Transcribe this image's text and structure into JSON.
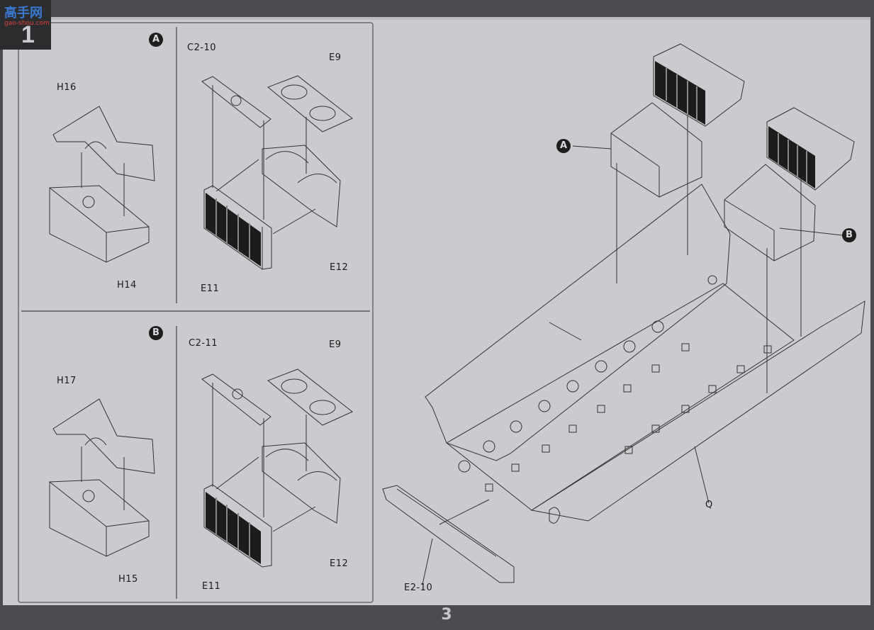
{
  "header": {
    "watermark": "高手网",
    "watermark_sub": "gao-shou.com",
    "step_number": "1"
  },
  "panel_a": {
    "badge": "A",
    "left_parts": [
      "H16",
      "H14"
    ],
    "right_parts": [
      "C2-10",
      "E9",
      "E11",
      "E12"
    ]
  },
  "panel_b": {
    "badge": "B",
    "left_parts": [
      "H17",
      "H15"
    ],
    "right_parts": [
      "C2-11",
      "E9",
      "E11",
      "E12"
    ]
  },
  "main": {
    "callouts": [
      "A",
      "B"
    ],
    "parts": [
      "Q",
      "E2-10"
    ]
  },
  "footer": {
    "page_number": "3"
  },
  "colors": {
    "paper": "#c9cbce",
    "ink": "#1b1b1b",
    "background": "#4a4c4f"
  }
}
